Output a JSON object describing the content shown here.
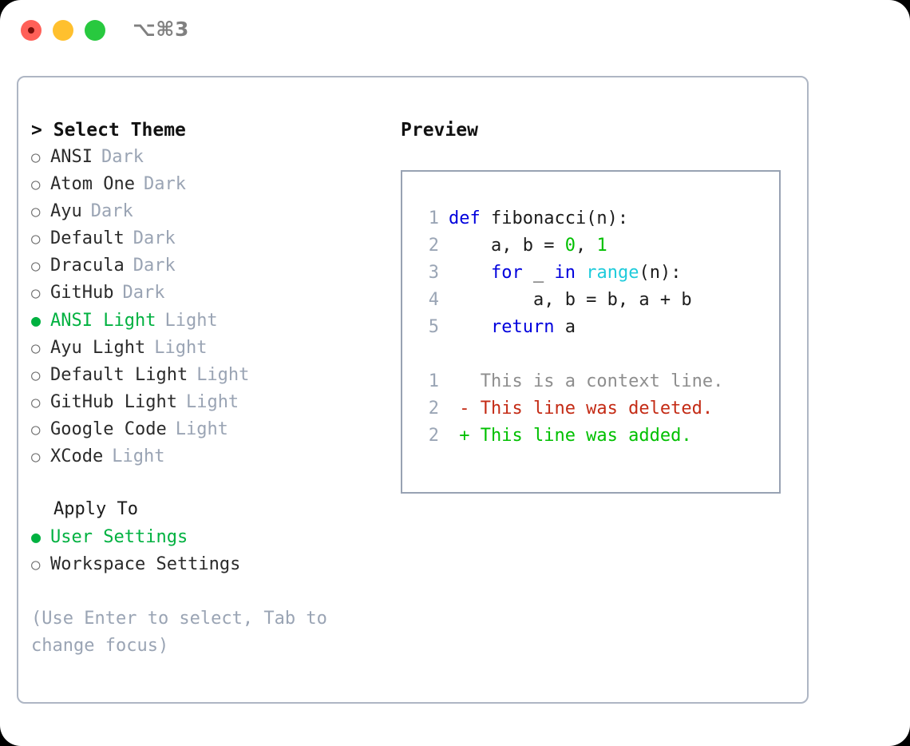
{
  "window": {
    "shortcut_label": "⌥⌘3",
    "traffic_lights": [
      "close-red",
      "minimize-yellow",
      "maximize-green"
    ]
  },
  "theme_list": {
    "header_caret": ">",
    "header_label": "Select Theme",
    "items": [
      {
        "marker": "○",
        "name": "ANSI",
        "tag": "Dark",
        "selected": false
      },
      {
        "marker": "○",
        "name": "Atom One",
        "tag": "Dark",
        "selected": false
      },
      {
        "marker": "○",
        "name": "Ayu",
        "tag": "Dark",
        "selected": false
      },
      {
        "marker": "○",
        "name": "Default",
        "tag": "Dark",
        "selected": false
      },
      {
        "marker": "○",
        "name": "Dracula",
        "tag": "Dark",
        "selected": false
      },
      {
        "marker": "○",
        "name": "GitHub",
        "tag": "Dark",
        "selected": false
      },
      {
        "marker": "●",
        "name": "ANSI Light",
        "tag": "Light",
        "selected": true
      },
      {
        "marker": "○",
        "name": "Ayu Light",
        "tag": "Light",
        "selected": false
      },
      {
        "marker": "○",
        "name": "Default Light",
        "tag": "Light",
        "selected": false
      },
      {
        "marker": "○",
        "name": "GitHub Light",
        "tag": "Light",
        "selected": false
      },
      {
        "marker": "○",
        "name": "Google Code",
        "tag": "Light",
        "selected": false
      },
      {
        "marker": "○",
        "name": "XCode",
        "tag": "Light",
        "selected": false
      }
    ]
  },
  "apply_to": {
    "title": "Apply To",
    "items": [
      {
        "marker": "●",
        "name": "User Settings",
        "selected": true
      },
      {
        "marker": "○",
        "name": "Workspace Settings",
        "selected": false
      }
    ]
  },
  "hint": "(Use Enter to select, Tab to change focus)",
  "preview": {
    "heading": "Preview",
    "code_lines": [
      {
        "no": "1",
        "tokens": [
          {
            "t": "def ",
            "c": "kw"
          },
          {
            "t": "fibonacci(n):",
            "c": "plain"
          }
        ]
      },
      {
        "no": "2",
        "tokens": [
          {
            "t": "    a, b = ",
            "c": "plain"
          },
          {
            "t": "0",
            "c": "num"
          },
          {
            "t": ", ",
            "c": "plain"
          },
          {
            "t": "1",
            "c": "num"
          }
        ]
      },
      {
        "no": "3",
        "tokens": [
          {
            "t": "    ",
            "c": "plain"
          },
          {
            "t": "for",
            "c": "kw"
          },
          {
            "t": " _ ",
            "c": "plain"
          },
          {
            "t": "in",
            "c": "kw"
          },
          {
            "t": " ",
            "c": "plain"
          },
          {
            "t": "range",
            "c": "fn"
          },
          {
            "t": "(n):",
            "c": "plain"
          }
        ]
      },
      {
        "no": "4",
        "tokens": [
          {
            "t": "        a, b = b, a + b",
            "c": "plain"
          }
        ]
      },
      {
        "no": "5",
        "tokens": [
          {
            "t": "    ",
            "c": "plain"
          },
          {
            "t": "return",
            "c": "kw"
          },
          {
            "t": " a",
            "c": "plain"
          }
        ]
      }
    ],
    "diff_lines": [
      {
        "no": "1",
        "sign": " ",
        "text": " This is a context line.",
        "kind": "ctx"
      },
      {
        "no": "2",
        "sign": "-",
        "text": " This line was deleted.",
        "kind": "del"
      },
      {
        "no": "2",
        "sign": "+",
        "text": " This line was added.",
        "kind": "add"
      }
    ]
  },
  "colors": {
    "accent_green": "#00b140",
    "keyword_blue": "#0000dd",
    "function_cyan": "#1ecbdb",
    "number_green": "#00c000",
    "diff_deleted_red": "#c42b15",
    "diff_added_green": "#00c000",
    "muted_grey": "#9aa4b4",
    "panel_border": "#aeb6c4",
    "preview_border": "#98a2b3",
    "traffic_red": "#ff6058",
    "traffic_yellow": "#ffc02e",
    "traffic_green": "#28c93f"
  }
}
